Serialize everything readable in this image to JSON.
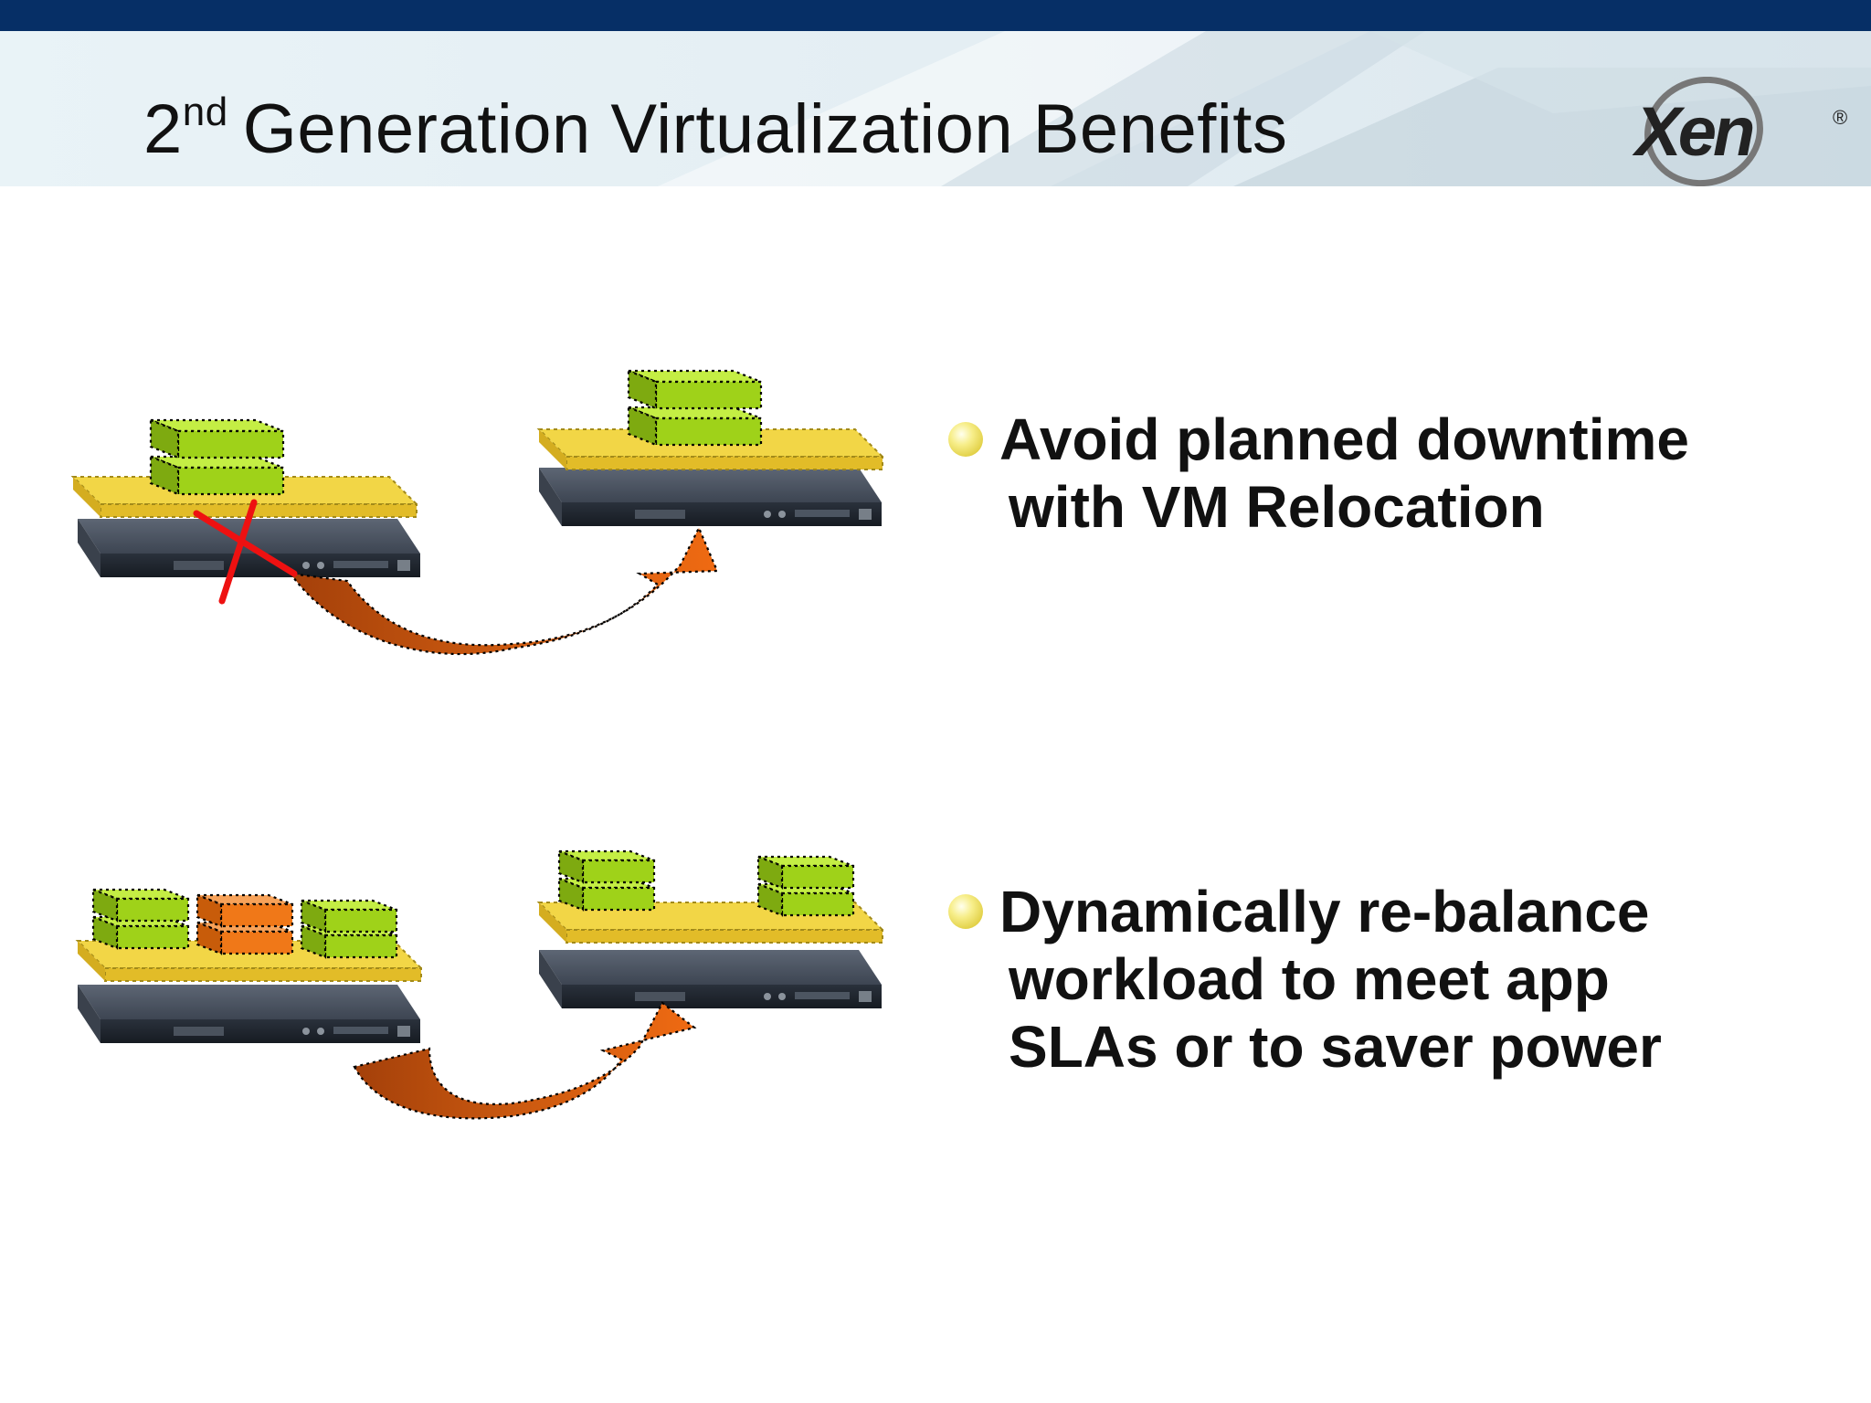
{
  "slide": {
    "title_main": "2",
    "title_sup": "nd",
    "title_rest": "Generation Virtualization Benefits"
  },
  "logo": {
    "text": "Xen",
    "mark": "®"
  },
  "bullets": [
    {
      "lines": [
        "Avoid planned downtime",
        "with VM Relocation"
      ]
    },
    {
      "lines": [
        "Dynamically re-balance",
        "workload to meet app",
        "SLAs or to saver power"
      ]
    }
  ],
  "colors": {
    "top_bar": "#062f66",
    "vm_green": "#9fd219",
    "vm_orange": "#f07818",
    "platform_yellow": "#f0d040",
    "server_dark": "#2c3440",
    "arrow_orange": "#e0600e",
    "fail_mark": "#ee1111"
  },
  "icons": [
    "server-icon",
    "vm-block-icon",
    "migration-arrow-icon",
    "fail-x-icon",
    "bullet-dot-icon"
  ]
}
